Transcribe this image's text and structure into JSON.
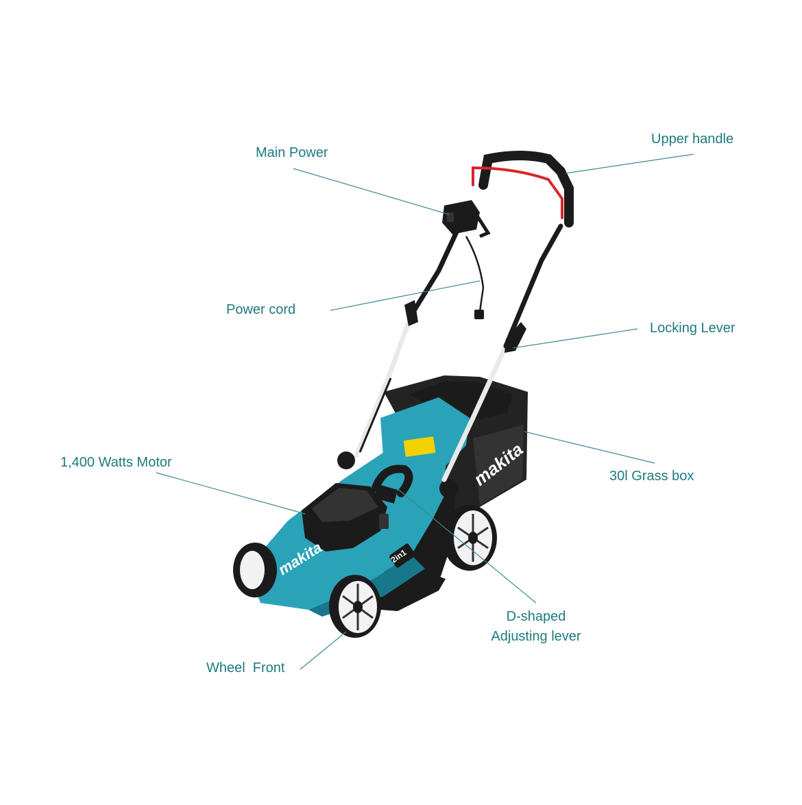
{
  "colors": {
    "label_text": "#1c7a80",
    "leader_line": "#3a8a90",
    "body_teal": "#2aa3b8",
    "body_teal_dark": "#16788a",
    "black": "#1b1b1b",
    "dark_gray": "#333333",
    "handle_red": "#d8262b",
    "grass_box": "#232323",
    "wheel_white": "#f2f2f2",
    "white_rod": "#e9e9e9",
    "yellow_sticker": "#f2d200"
  },
  "labels": {
    "upper_handle": "Upper handle",
    "main_power": "Main Power",
    "power_cord": "Power cord",
    "locking_lever": "Locking Lever",
    "motor": "1,400 Watts Motor",
    "grass_box": "30l Grass box",
    "d_shaped_line1": "D-shaped",
    "d_shaped_line2": "Adjusting lever",
    "wheel_front": "Wheel  Front"
  },
  "brand": {
    "logo_text": "makita",
    "badge_text": "2in1"
  }
}
